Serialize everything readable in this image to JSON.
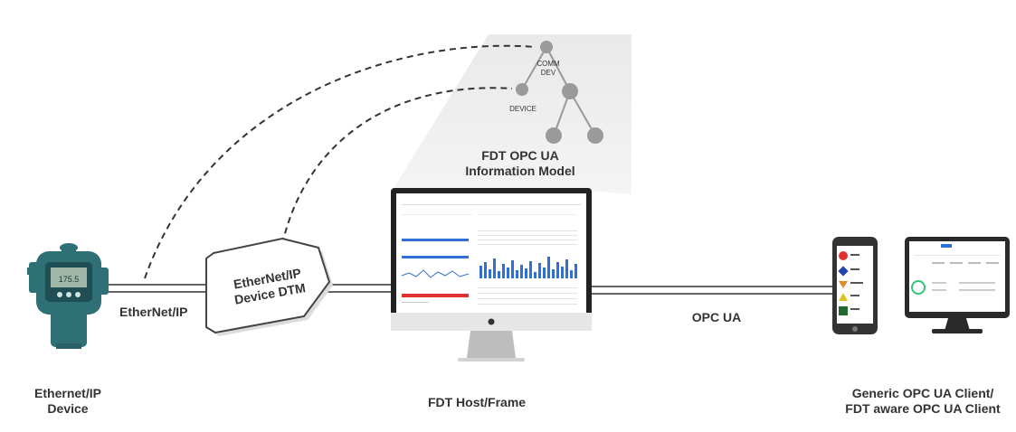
{
  "labels": {
    "ethernet_device": "Ethernet/IP\nDevice",
    "ethernet_link": "EtherNet/IP",
    "dtm": "EtherNet/IP\nDevice DTM",
    "info_model": "FDT OPC UA\nInformation Model",
    "comm_dev": "COMM\nDEV",
    "device_node": "DEVICE",
    "host_frame": "FDT Host/Frame",
    "opc_link": "OPC UA",
    "client": "Generic OPC UA Client/\nFDT aware OPC UA Client"
  },
  "device_display": "175.5",
  "colors": {
    "device_teal": "#2f6f76",
    "cable": "#333333",
    "node_gray": "#9a9a9a",
    "chart_blue": "#2f6fd6",
    "alert_red": "#e03030"
  }
}
